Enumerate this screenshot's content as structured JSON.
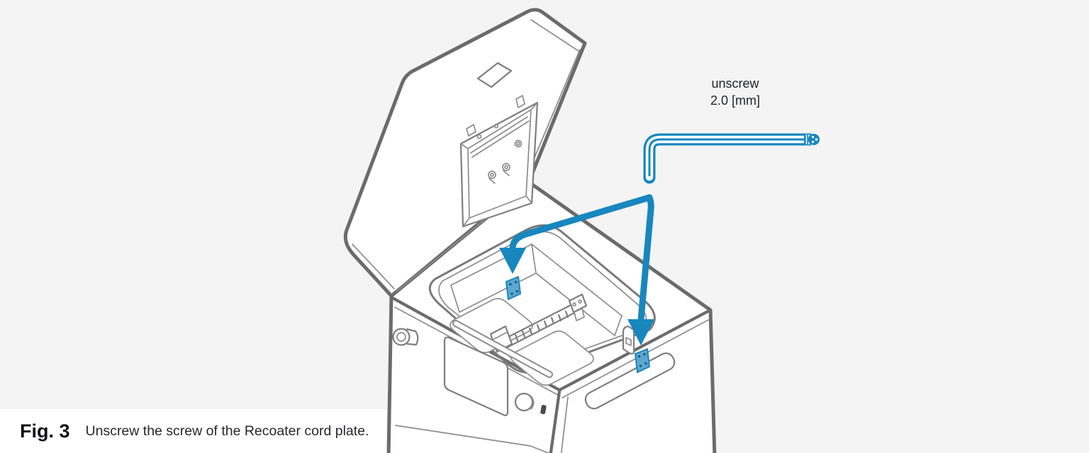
{
  "figure": {
    "label": "Fig. 3",
    "caption": "Unscrew the screw of the Recoater cord plate."
  },
  "tool_annotation": {
    "line1": "unscrew",
    "line2": "2.0 [mm]"
  },
  "illustration": {
    "subject": "sls-printer-open-lid-line-drawing",
    "tool_icon": "hex-key-2mm-icon",
    "highlight_targets": [
      "recoater-cord-plate-chamber",
      "recoater-cord-plate-side-panel"
    ]
  },
  "colors": {
    "background": "#f4f4f4",
    "drawing_fill": "#ffffff",
    "outline_dark": "#6b6b6b",
    "outline_light": "#8c8c8c",
    "accent_blue": "#1787be",
    "plate_fill": "#5ea6cf",
    "caption_panel": "#ffffff",
    "text": "#212428"
  }
}
